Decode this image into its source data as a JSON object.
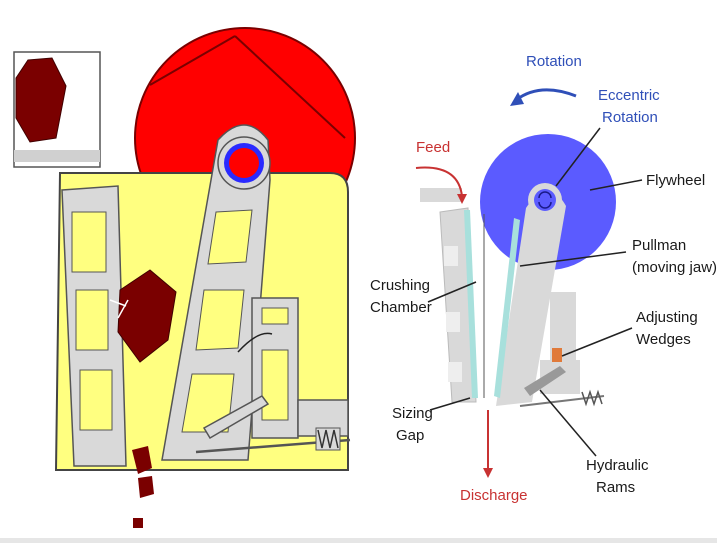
{
  "colors": {
    "flywheel_left": "#ff0000",
    "body_yellow": "#ffff80",
    "rock": "#7a0000",
    "frame_grey": "#d9d9d9",
    "flywheel_right": "#5b5bff",
    "label_blue": "#2f4fb8",
    "label_red": "#c83232",
    "liner_teal": "#a8e0dc"
  },
  "labels": {
    "rotation": "Rotation",
    "eccentric_line1": "Eccentric",
    "eccentric_line2": "Rotation",
    "feed": "Feed",
    "flywheel": "Flywheel",
    "pullman_line1": "Pullman",
    "pullman_line2": "(moving jaw)",
    "crushing_line1": "Crushing",
    "crushing_line2": "Chamber",
    "adjusting_line1": "Adjusting",
    "adjusting_line2": "Wedges",
    "sizing_line1": "Sizing",
    "sizing_line2": "Gap",
    "hydraulic_line1": "Hydraulic",
    "hydraulic_line2": "Rams",
    "discharge": "Discharge"
  },
  "icons": {
    "rotation_arrow": "curved-arrow-icon",
    "eccentric_symbol": "circular-arrows-icon"
  }
}
